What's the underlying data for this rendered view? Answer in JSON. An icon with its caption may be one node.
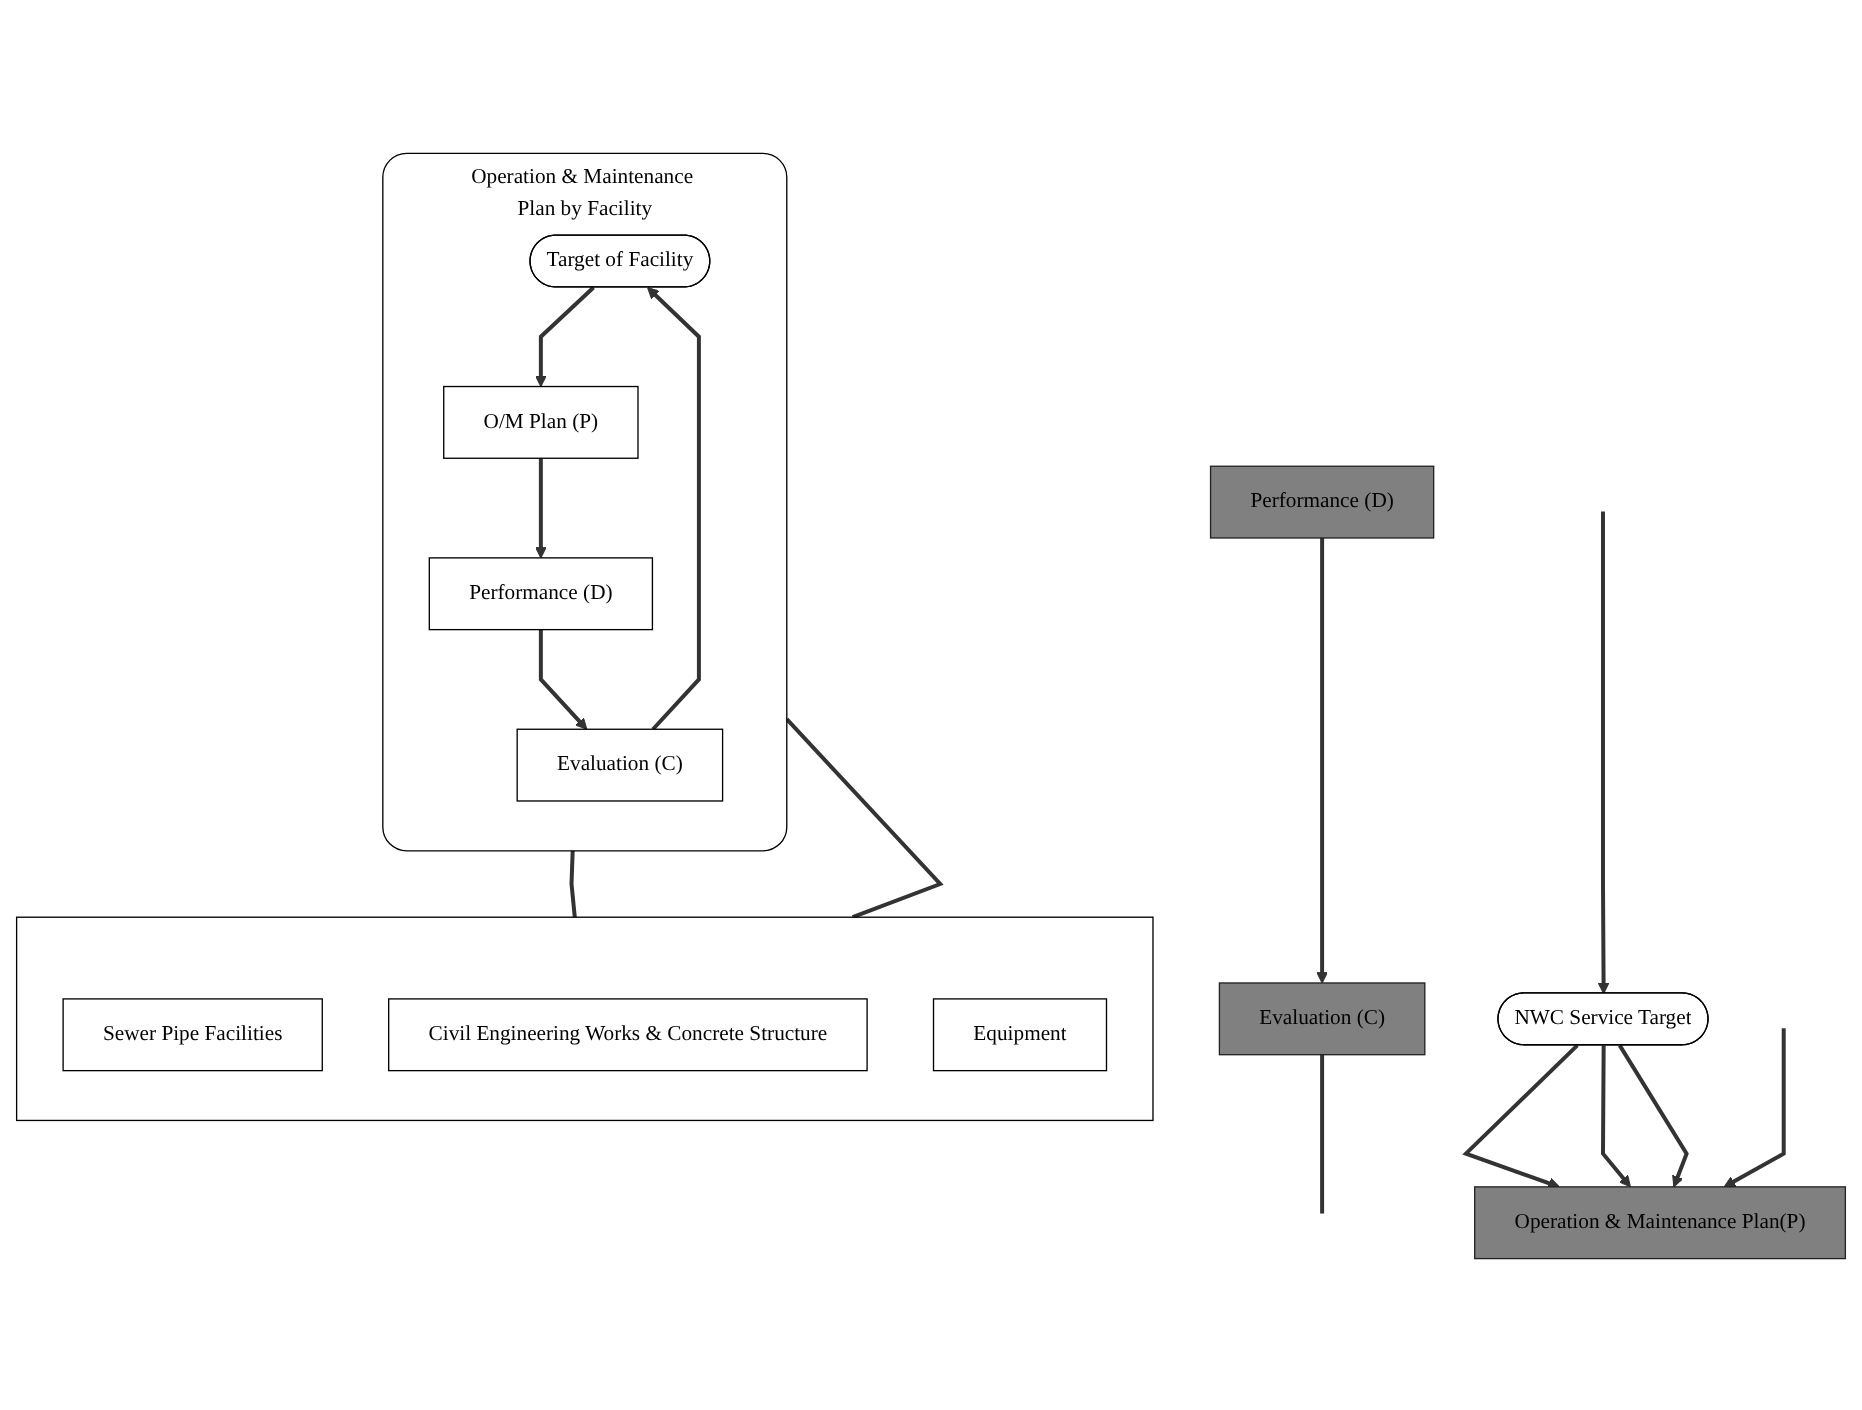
{
  "diagram": {
    "nodes": [
      {
        "text": [
          "NWC Service Target"
        ]
      },
      {
        "text": [
          "Operation & Maintenance Plan(P)"
        ]
      },
      {
        "text": [],
        "shape": "box"
      },
      {
        "text": [
          "Sewer Pipe Facilities"
        ],
        "in": 2
      },
      {
        "text": [
          "Civil Engineering Works & Concrete Structure"
        ],
        "in": 2
      },
      {
        "text": [
          "Equipment"
        ],
        "in": 2
      },
      {
        "text": [
          "Performance (D)"
        ]
      },
      {
        "text": [
          "Evaluation (C)"
        ]
      },
      {
        "text": [
          "Operation & Maintenance Plan by Facility"
        ]
      },
      {
        "text": [
          "Target of Facility"
        ],
        "in": 8
      },
      {
        "text": [
          "O/M Plan (P)"
        ],
        "in": 8
      },
      {
        "text": [
          "Performance (D)"
        ],
        "in": 8
      },
      {
        "text": [
          "Evaluation (C)"
        ],
        "in": 8
      }
    ],
    "edges": [
      {
        "from": null,
        "to": 0,
        "arrow": "to"
      },
      {
        "from": 0,
        "to": 1,
        "arrow": "to"
      },
      {
        "from": 0,
        "to": 1,
        "arrow": "to"
      },
      {
        "from": 0,
        "to": 1,
        "arrow": "to"
      },
      {
        "from": null,
        "to": 1,
        "arrow": "to"
      },
      {
        "from": 6,
        "to": 7,
        "arrow": "to"
      },
      {
        "from": 7,
        "to": null,
        "arrow": "none"
      },
      {
        "from": 9,
        "to": 10,
        "arrow": "to"
      },
      {
        "from": 10,
        "to": 11,
        "arrow": "to"
      },
      {
        "from": 11,
        "to": 12,
        "arrow": "to"
      },
      {
        "from": 12,
        "to": 9,
        "arrow": "to"
      },
      {
        "from": 8,
        "to": 2,
        "arrow": "none"
      },
      {
        "from": 8,
        "to": 2,
        "arrow": "none"
      }
    ]
  }
}
